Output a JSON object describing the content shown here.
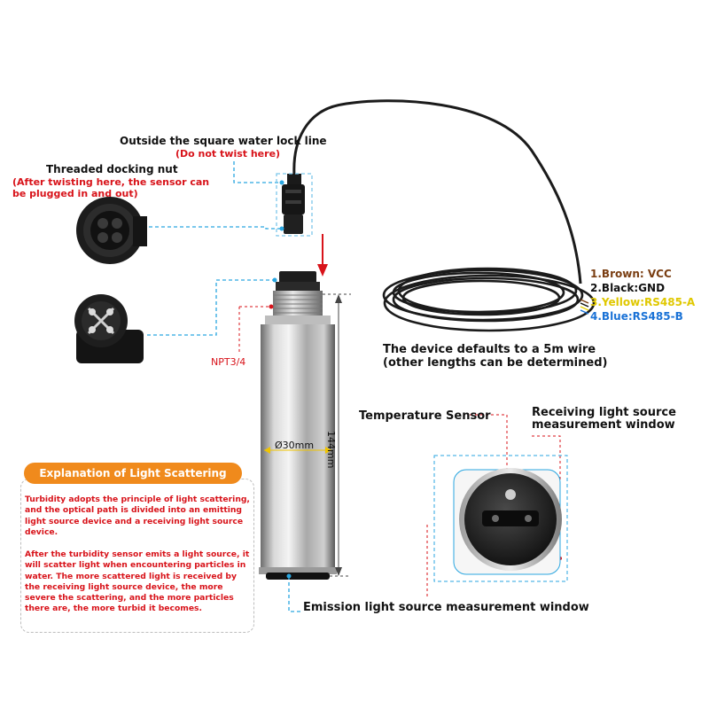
{
  "labels": {
    "water_lock_line": "Outside the square water lock line",
    "water_lock_note": "(Do not twist here)",
    "docking_nut": "Threaded docking nut",
    "docking_note_1": "(After twisting here, the sensor can",
    "docking_note_2": "be plugged in and out)",
    "npt": "NPT3/4",
    "diameter": "Ø30mm",
    "length": "144mm",
    "temperature_sensor": "Temperature Sensor",
    "receiving_window_1": "Receiving light source",
    "receiving_window_2": "measurement window",
    "emission_window": "Emission light source measurement window",
    "wire_default_1": "The device defaults to a 5m wire",
    "wire_default_2": "(other lengths can be determined)"
  },
  "wires": [
    {
      "num": "1.",
      "name": "Brown:",
      "signal": "VCC",
      "color": "#7a3e12"
    },
    {
      "num": "2.",
      "name": "Black:",
      "signal": "GND",
      "color": "#111111"
    },
    {
      "num": "3.",
      "name": "Yellow:",
      "signal": "RS485-A",
      "color": "#e8d20a"
    },
    {
      "num": "4.",
      "name": "Blue:",
      "signal": "RS485-B",
      "color": "#1a72d6"
    }
  ],
  "explanation": {
    "title": "Explanation of Light Scattering Method",
    "paragraph_1": "Turbidity adopts the principle of light scattering, and the optical path is divided into an emitting light source device and a receiving light source device.",
    "paragraph_2": "After the turbidity sensor emits a light source, it will scatter light when encountering particles in water. The more scattered light is received by the receiving light source device, the more severe the scattering, and the more particles there are, the more turbid it becomes."
  },
  "colors": {
    "accent_orange": "#f08a1c",
    "note_red": "#d8131a",
    "leader_blue": "#2aa6e0",
    "leader_red": "#d8131a"
  }
}
